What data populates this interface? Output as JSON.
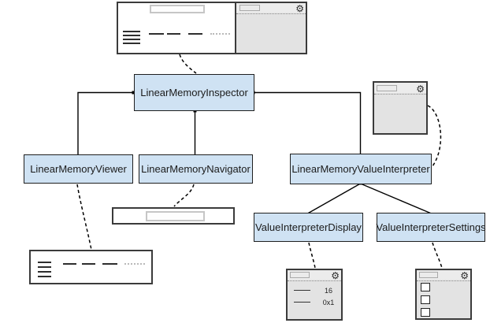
{
  "nodes": {
    "inspector": {
      "label": "LinearMemoryInspector"
    },
    "viewer": {
      "label": "LinearMemoryViewer"
    },
    "navigator": {
      "label": "LinearMemoryNavigator"
    },
    "interpreter": {
      "label": "LinearMemoryValueInterpreter"
    },
    "display": {
      "label": "ValueInterpreterDisplay"
    },
    "settings": {
      "label": "ValueInterpreterSettings"
    }
  },
  "icons": {
    "gear": "⚙"
  },
  "display_preview": {
    "row1_value": "16",
    "row2_value": "0x1"
  },
  "colors": {
    "node_fill": "#cfe2f3",
    "node_border": "#1f1f1f",
    "wireframe_fill": "#e3e3e3",
    "wireframe_header": "#ececec",
    "wireframe_border": "#3b3b3b",
    "connector": "#000000"
  }
}
